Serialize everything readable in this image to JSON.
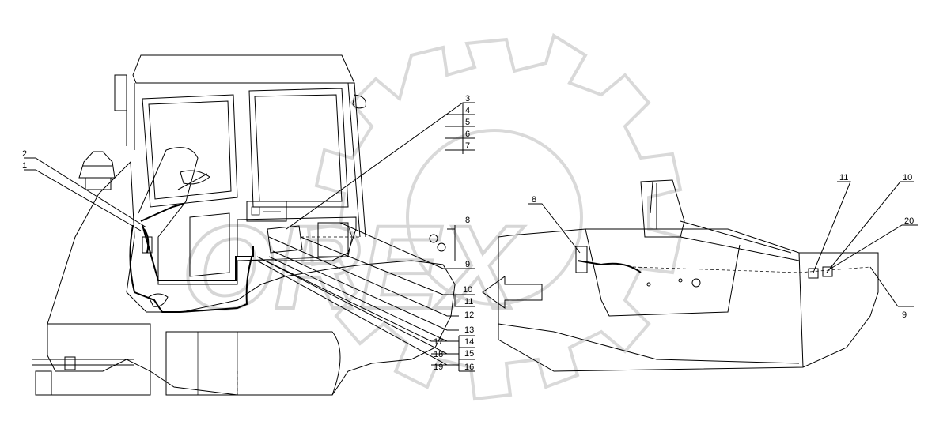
{
  "watermark": {
    "text": "OREX"
  },
  "callouts": {
    "c1": "1",
    "c2": "2",
    "c3": "3",
    "c4": "4",
    "c5": "5",
    "c6": "6",
    "c7": "7",
    "c8a": "8",
    "c9a": "9",
    "c10a": "10",
    "c11a": "11",
    "c12": "12",
    "c13": "13",
    "c14": "14",
    "c15": "15",
    "c16": "16",
    "c17": "17",
    "c18": "18",
    "c19": "19",
    "c8b": "8",
    "c11b": "11",
    "c10b": "10",
    "c20": "20",
    "c9b": "9"
  },
  "icons": {
    "direction": "arrow-left-icon",
    "gear": "gear-watermark-icon"
  }
}
